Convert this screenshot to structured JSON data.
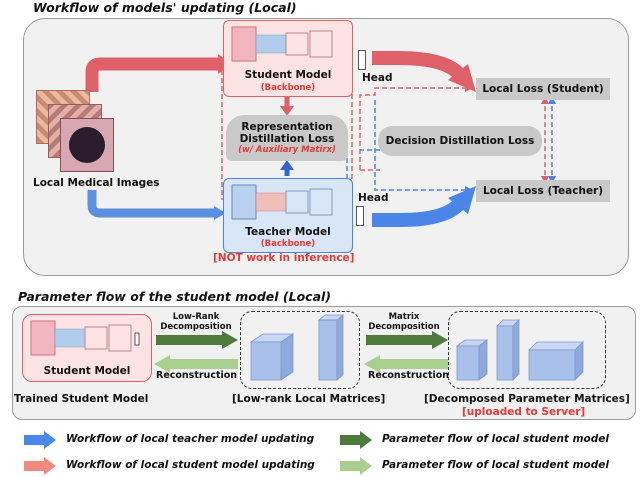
{
  "top": {
    "title": "Workflow of models' updating (Local)",
    "student_model": {
      "label": "Student Model",
      "sub": "(Backbone)"
    },
    "teacher_model": {
      "label": "Teacher Model",
      "sub": "(Backbone)"
    },
    "head_top": "Head",
    "head_bottom": "Head",
    "representation_loss": {
      "line1": "Representation",
      "line2": "Distillation Loss",
      "sub": "(w/ Auxiliary Matirx)"
    },
    "decision_loss": "Decision Distillation Loss",
    "local_loss_student": "Local Loss (Student)",
    "local_loss_teacher": "Local Loss (Teacher)",
    "images_label": "Local Medical Images",
    "not_work": "[NOT work in inference]"
  },
  "bottom": {
    "title": "Parameter flow of the student model (Local)",
    "student_model": "Student Model",
    "trained_label": "Trained Student Model",
    "low_rank_decomp": {
      "line1": "Low-Rank",
      "line2": "Decomposition"
    },
    "reconstruction_1": "Reconstruction",
    "matrix_decomp": {
      "line1": "Matrix",
      "line2": "Decomposition"
    },
    "reconstruction_2": "Reconstruction",
    "low_rank_label": "[Low-rank Local Matrices]",
    "decomposed_label": "[Decomposed Parameter Matrices]",
    "uploaded": "[uploaded to Server]"
  },
  "legend": [
    {
      "text": "Workflow of local teacher model updating",
      "color": "#4a86e8"
    },
    {
      "text": "Workflow of local student model updating",
      "color": "#f08a7e"
    },
    {
      "text": "Parameter flow of local student model",
      "color": "#4e7a3c"
    },
    {
      "text": "Parameter flow of local student model",
      "color": "#a9cf8f"
    }
  ],
  "colors": {
    "teacher_blue": "#4a86e8",
    "student_red": "#e0606a",
    "dark_green": "#4e7a3c",
    "light_green": "#a9cf8f",
    "warning_red": "#e53935"
  }
}
